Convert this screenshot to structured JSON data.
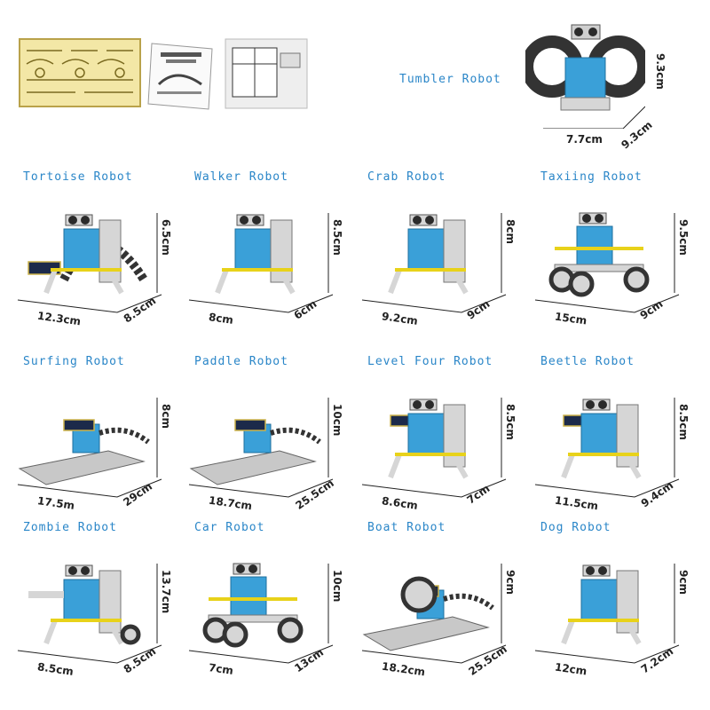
{
  "colors": {
    "title": "#2a86c8",
    "robot_blue": "#3aa0d8",
    "robot_grey": "#d6d6d6",
    "yellow": "#e8d21a",
    "dark": "#333333"
  },
  "header": {
    "tumbler": {
      "title": "Tumbler Robot",
      "w": "7.7cm",
      "d": "9.3cm",
      "h": "9.3cm"
    }
  },
  "robots": [
    {
      "id": "tortoise",
      "title": "Tortoise Robot",
      "w": "12.3cm",
      "d": "8.5cm",
      "h": "6.5cm"
    },
    {
      "id": "walker",
      "title": "Walker Robot",
      "w": "8cm",
      "d": "6cm",
      "h": "8.5cm"
    },
    {
      "id": "crab",
      "title": "Crab Robot",
      "w": "9.2cm",
      "d": "9cm",
      "h": "8cm"
    },
    {
      "id": "taxiing",
      "title": "Taxiing Robot",
      "w": "15cm",
      "d": "9cm",
      "h": "9.5cm"
    },
    {
      "id": "surfing",
      "title": "Surfing Robot",
      "w": "17.5m",
      "d": "29cm",
      "h": "8cm"
    },
    {
      "id": "paddle",
      "title": "Paddle Robot",
      "w": "18.7cm",
      "d": "25.5cm",
      "h": "10cm"
    },
    {
      "id": "levelfour",
      "title": "Level Four Robot",
      "w": "8.6cm",
      "d": "7cm",
      "h": "8.5cm"
    },
    {
      "id": "beetle",
      "title": "Beetle Robot",
      "w": "11.5cm",
      "d": "9.4cm",
      "h": "8.5cm"
    },
    {
      "id": "zombie",
      "title": "Zombie Robot",
      "w": "8.5cm",
      "d": "8.5cm",
      "h": "13.7cm"
    },
    {
      "id": "car",
      "title": "Car Robot",
      "w": "7cm",
      "d": "13cm",
      "h": "10cm"
    },
    {
      "id": "boat",
      "title": "Boat Robot",
      "w": "18.2cm",
      "d": "25.5cm",
      "h": "9cm"
    },
    {
      "id": "dog",
      "title": "Dog Robot",
      "w": "12cm",
      "d": "7.2cm",
      "h": "9cm"
    }
  ]
}
